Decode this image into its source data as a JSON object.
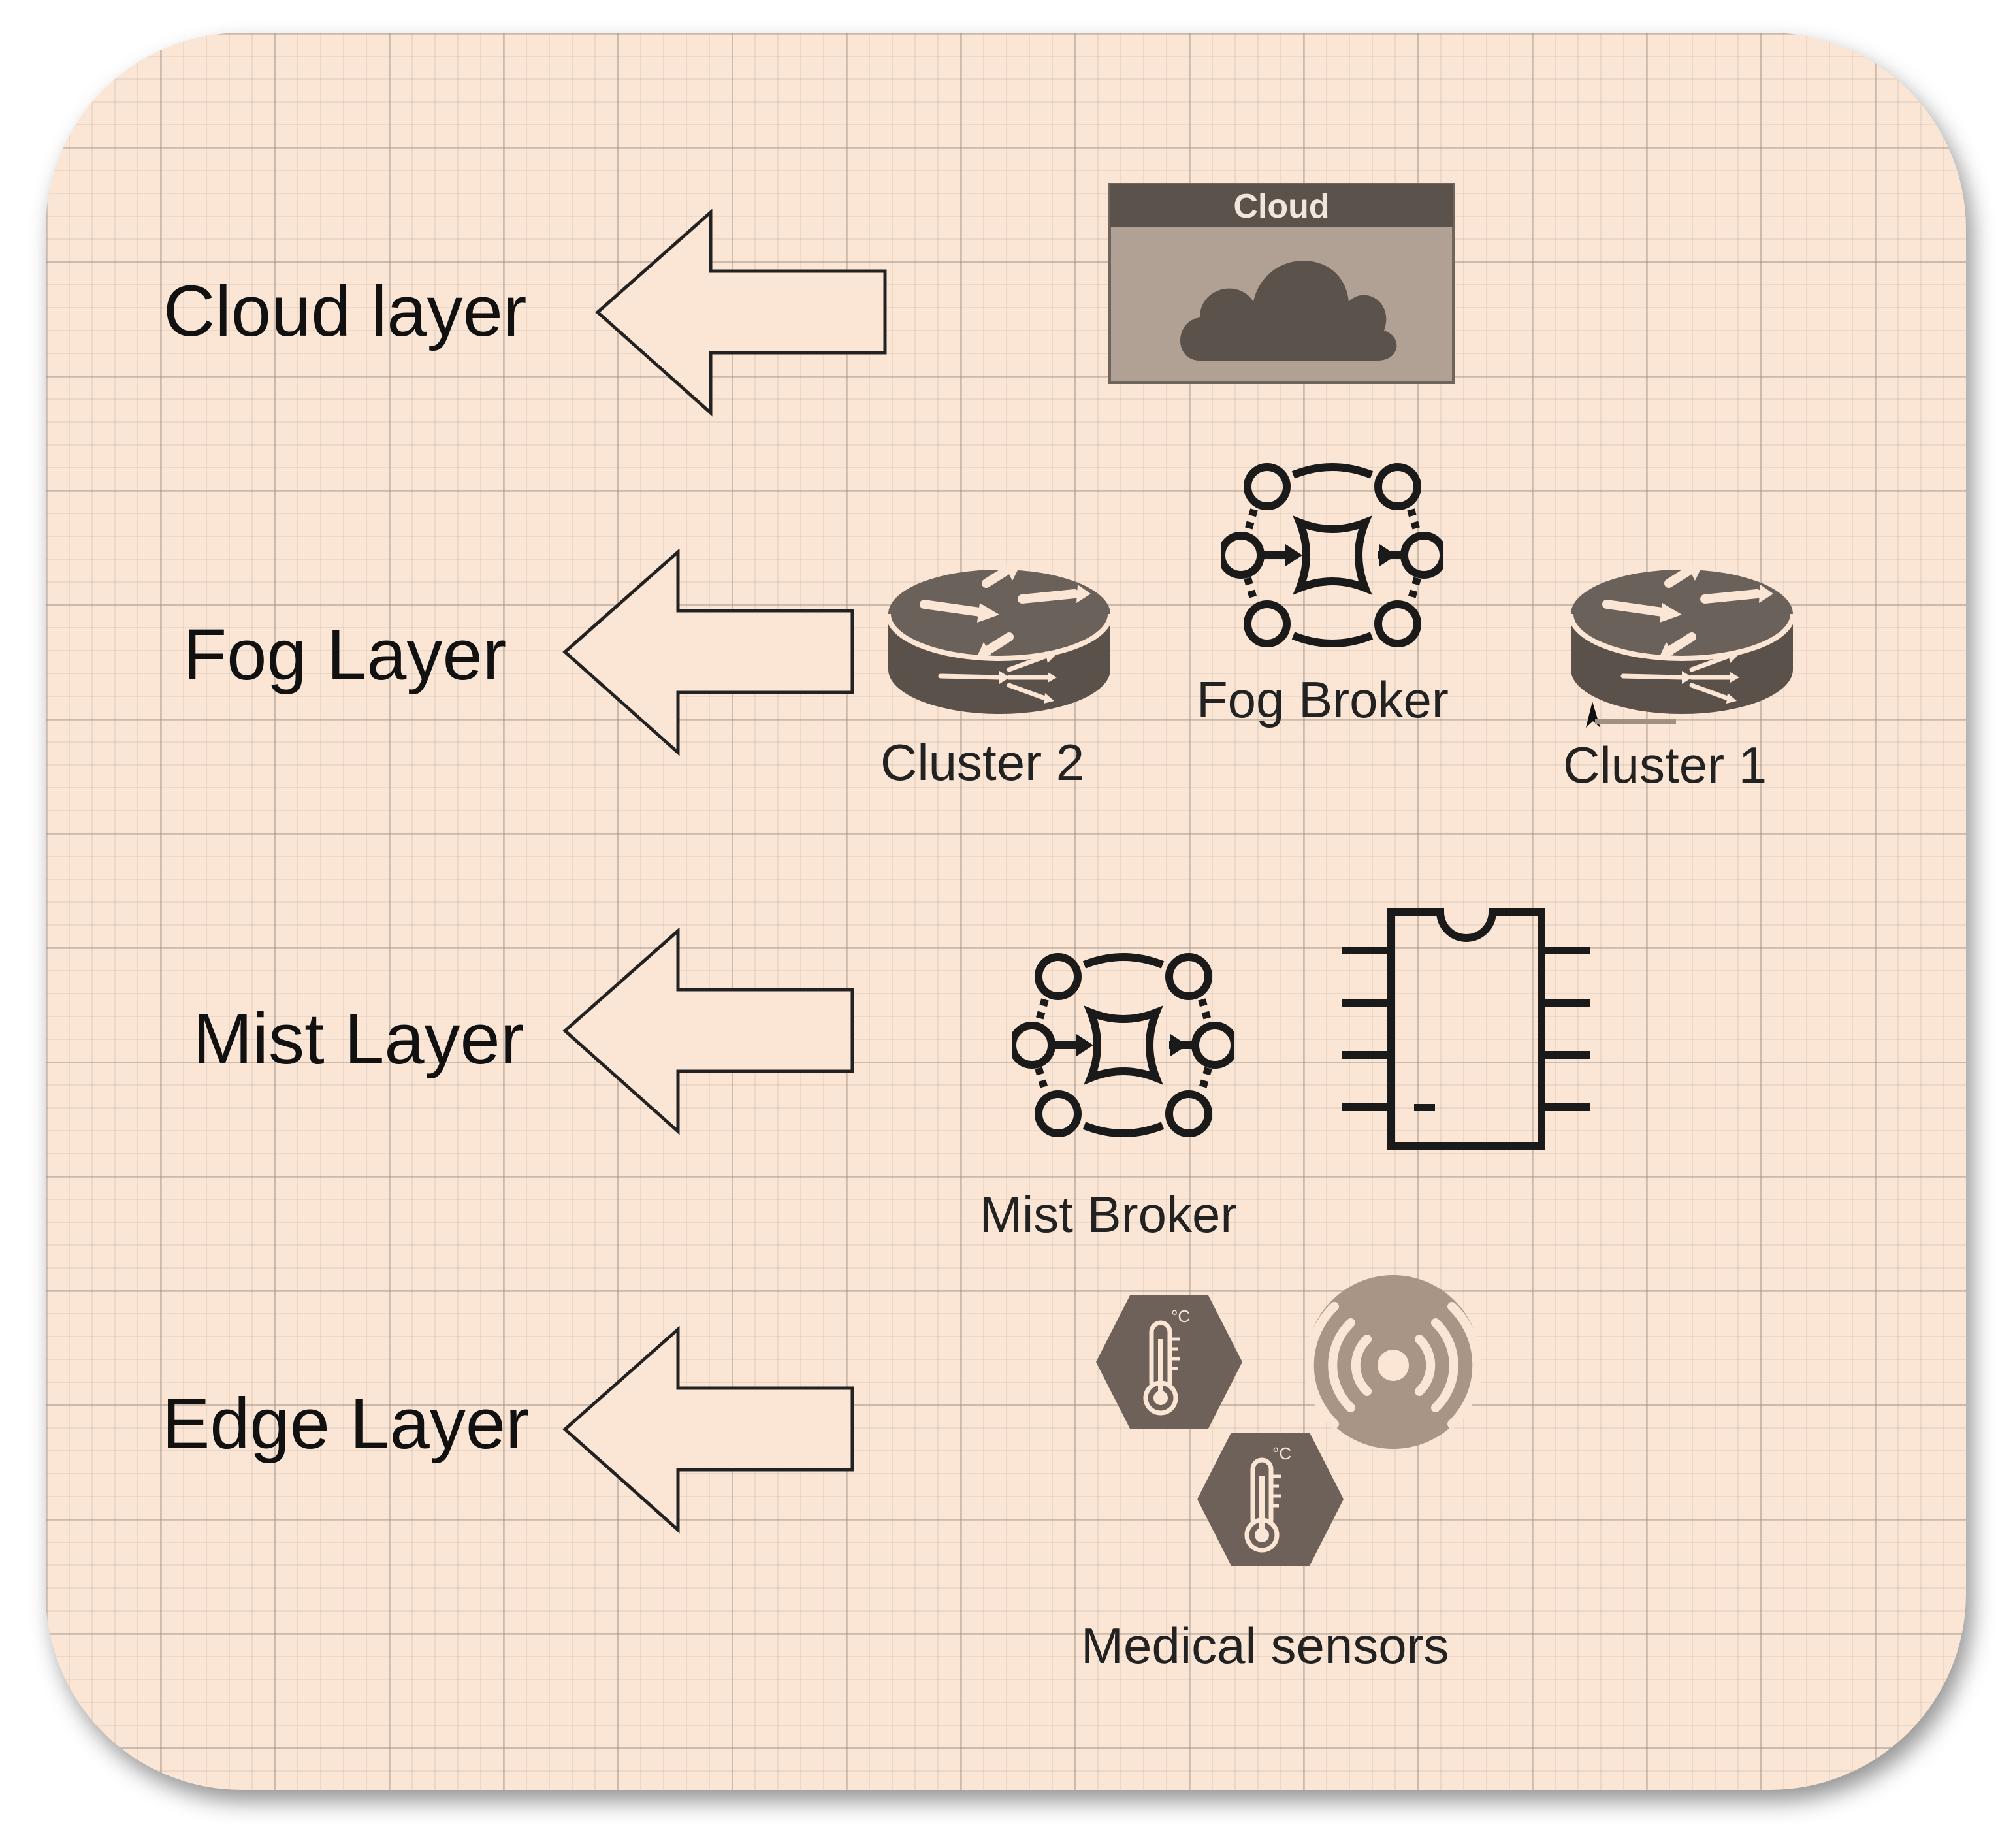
{
  "layers": [
    {
      "key": "cloud",
      "label": "Cloud layer"
    },
    {
      "key": "fog",
      "label": "Fog Layer"
    },
    {
      "key": "mist",
      "label": "Mist Layer"
    },
    {
      "key": "edge",
      "label": "Edge Layer"
    }
  ],
  "cloud": {
    "title": "Cloud",
    "icon": "cloud-icon"
  },
  "fog": {
    "broker_label": "Fog Broker",
    "cluster_left_label": "Cluster 2",
    "cluster_right_label": "Cluster 1",
    "icons": [
      "router-icon",
      "broker-icon",
      "router-icon"
    ]
  },
  "mist": {
    "broker_label": "Mist Broker",
    "icons": [
      "broker-icon",
      "chip-icon"
    ]
  },
  "edge": {
    "sensors_label": "Medical sensors",
    "icons": [
      "thermometer-sensor-icon",
      "wireless-signal-icon",
      "thermometer-sensor-icon"
    ],
    "temperature_unit": "°C"
  },
  "colors": {
    "panel": "#fbe6d5",
    "icon_dark": "#5a514b",
    "icon_light": "#a89585",
    "arrow_fill": "#fbe6d5",
    "arrow_stroke": "#222222"
  }
}
